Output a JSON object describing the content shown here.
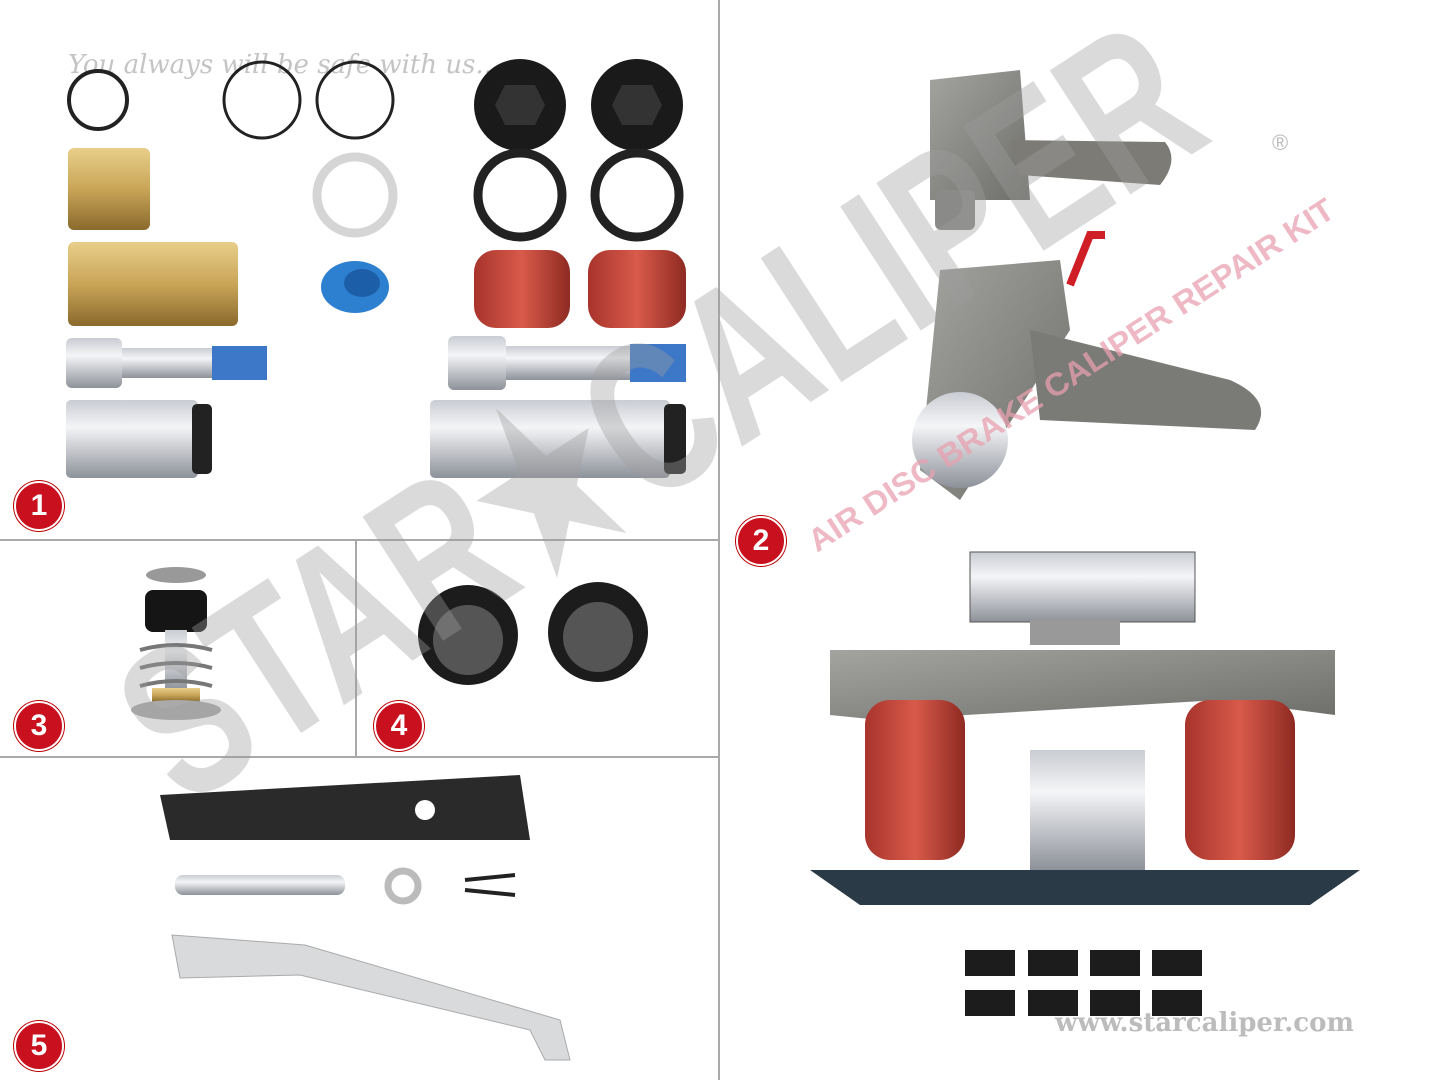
{
  "tagline": "You always will be safe with us...",
  "watermark": {
    "brand": "STAR★CALIPER",
    "subtitle": "AIR DISC BRAKE CALIPER REPAIR KIT",
    "registered": "®"
  },
  "panels": [
    {
      "number": "1"
    },
    {
      "number": "2"
    },
    {
      "number": "3"
    },
    {
      "number": "4"
    },
    {
      "number": "5"
    }
  ],
  "website": "www.starcaliper.com",
  "colors": {
    "badge": "#c8101e",
    "divider": "#a9a9a9",
    "watermark": "#9e9e9e",
    "subtitle": "#e8a0b0"
  }
}
